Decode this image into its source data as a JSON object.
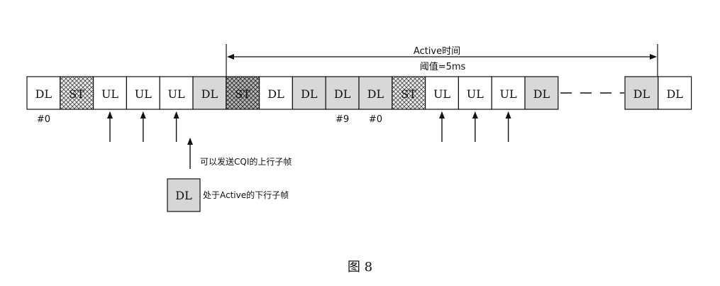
{
  "figure_caption": "图 8",
  "active_period": {
    "label_line1": "Active时间",
    "label_line2": "阈值=5ms"
  },
  "subframes_left": [
    {
      "label": "DL",
      "type": "dl"
    },
    {
      "label": "ST",
      "type": "st"
    },
    {
      "label": "UL",
      "type": "ul"
    },
    {
      "label": "UL",
      "type": "ul"
    },
    {
      "label": "UL",
      "type": "ul"
    },
    {
      "label": "DL",
      "type": "dl-active"
    },
    {
      "label": "ST",
      "type": "st-active"
    },
    {
      "label": "DL",
      "type": "dl"
    },
    {
      "label": "DL",
      "type": "dl-active"
    },
    {
      "label": "DL",
      "type": "dl-active"
    },
    {
      "label": "DL",
      "type": "dl-active"
    },
    {
      "label": "ST",
      "type": "st"
    },
    {
      "label": "UL",
      "type": "ul"
    },
    {
      "label": "UL",
      "type": "ul"
    },
    {
      "label": "UL",
      "type": "ul"
    },
    {
      "label": "DL",
      "type": "dl-active"
    }
  ],
  "subframes_right": [
    {
      "label": "DL",
      "type": "dl-active"
    },
    {
      "label": "DL",
      "type": "dl"
    }
  ],
  "frame_index_labels": [
    {
      "text": "#0",
      "subframe": 0
    },
    {
      "text": "#9",
      "subframe": 9
    },
    {
      "text": "#0",
      "subframe": 10
    }
  ],
  "cqi_arrow_subframes": [
    2,
    3,
    4,
    12,
    13,
    14
  ],
  "legend": {
    "arrow_text": "可以发送CQI的上行子帧",
    "box_label": "DL",
    "box_text": "处于Active的下行子帧"
  },
  "colors": {
    "line": "#111111",
    "active_fill": "#d8d8d8",
    "crosshatch": "#555555"
  }
}
